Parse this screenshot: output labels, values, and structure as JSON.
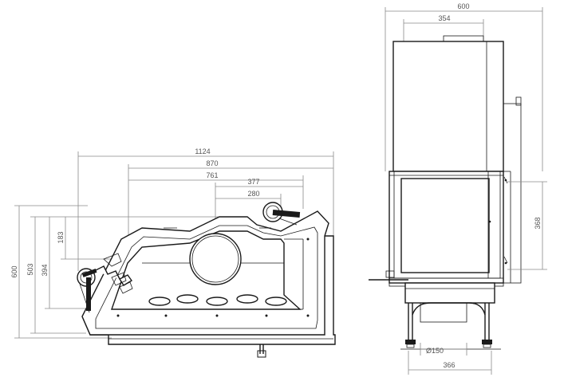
{
  "diagram": {
    "left_view": {
      "dims_horizontal": [
        "1124",
        "870",
        "761",
        "377",
        "280"
      ],
      "dims_vertical": [
        "600",
        "503",
        "394",
        "183"
      ]
    },
    "right_view": {
      "dims_top": [
        "600",
        "354"
      ],
      "dim_right": "368",
      "dim_pipe": "Ø150",
      "dim_bottom": "366"
    }
  }
}
